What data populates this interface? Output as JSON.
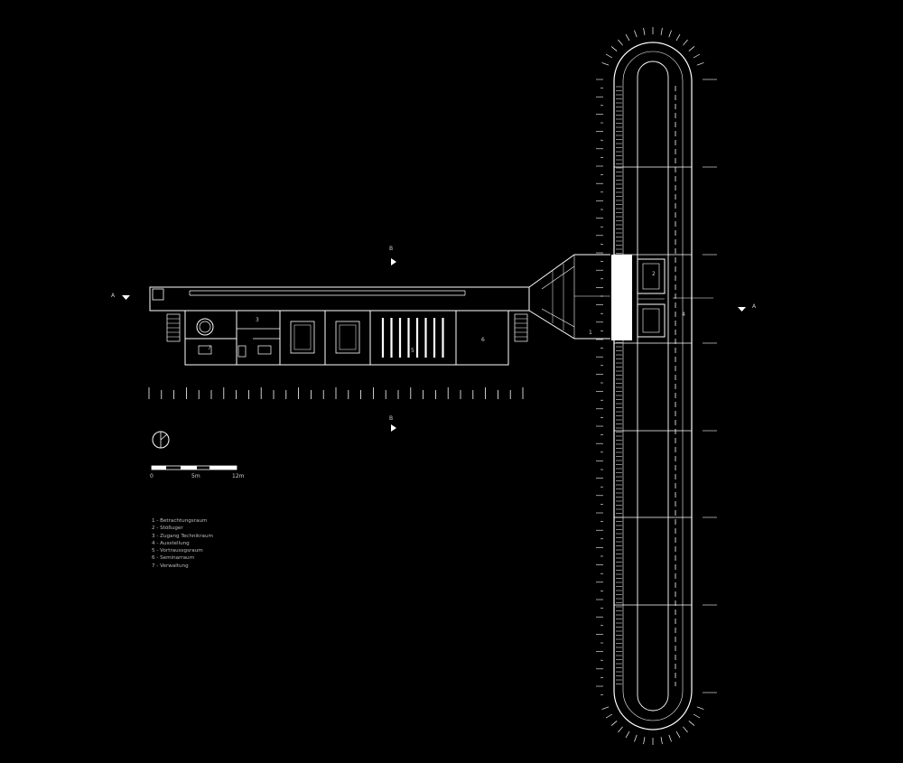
{
  "scale_bar": {
    "labels": [
      "0",
      "5m",
      "12m"
    ]
  },
  "section_markers": {
    "a": "A",
    "b": "B"
  },
  "room_numbers": [
    "1",
    "2",
    "3",
    "4",
    "5",
    "6",
    "7"
  ],
  "legend": [
    "1 - Betrachtungsraum",
    "2 - Stößuger",
    "3 - Zugang Technikraum",
    "4 - Ausstellung",
    "5 - Vortraussgsraum",
    "6 - Seminarraum",
    "7 - Verwaltung"
  ],
  "colors": {
    "background": "#000000",
    "line": "#ffffff",
    "text": "#cfcfcf"
  }
}
